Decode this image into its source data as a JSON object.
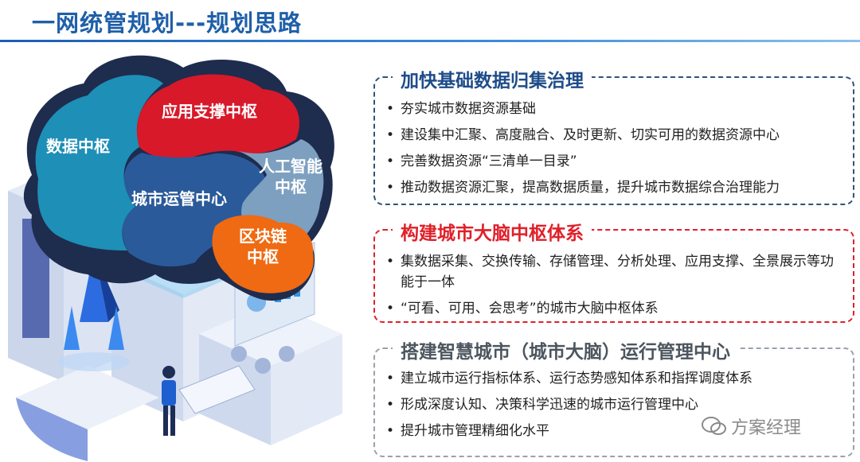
{
  "title": "一网统管规划---规划思路",
  "brain": {
    "data_center": "数据中枢",
    "app_support": "应用支撑中枢",
    "ai_line1": "人工智能",
    "ai_line2": "中枢",
    "city_ops": "城市运管中心",
    "blockchain_line1": "区块链",
    "blockchain_line2": "中枢"
  },
  "panels": [
    {
      "heading": "加快基础数据归集治理",
      "items": [
        "夯实城市数据资源基础",
        "建设集中汇聚、高度融合、及时更新、切实可用的数据资源中心",
        "完善数据资源“三清单一目录”",
        "推动数据资源汇聚，提高数据质量，提升城市数据综合治理能力"
      ]
    },
    {
      "heading": "构建城市大脑中枢体系",
      "items": [
        "集数据采集、交换传输、存储管理、分析处理、应用支撑、全景展示等功能于一体",
        "“可看、可用、会思考”的城市大脑中枢体系"
      ]
    },
    {
      "heading": "搭建智慧城市（城市大脑）运行管理中心",
      "items": [
        "建立城市运行指标体系、运行态势感知体系和指挥调度体系",
        "形成深度认知、决策科学迅速的城市运行管理中心",
        "提升城市管理精细化水平"
      ]
    }
  ],
  "bullet": "•",
  "watermark": "方案经理",
  "colors": {
    "title": "#1f5fa8",
    "panel1_border": "#31527a",
    "panel2_border": "#e0202a",
    "panel3_border": "#9aa2ab",
    "brain_teal": "#1e8fb7",
    "brain_red": "#d7192a",
    "brain_navy": "#2a5a9a",
    "brain_gray": "#7d9fc0",
    "brain_orange": "#ef6a12"
  }
}
